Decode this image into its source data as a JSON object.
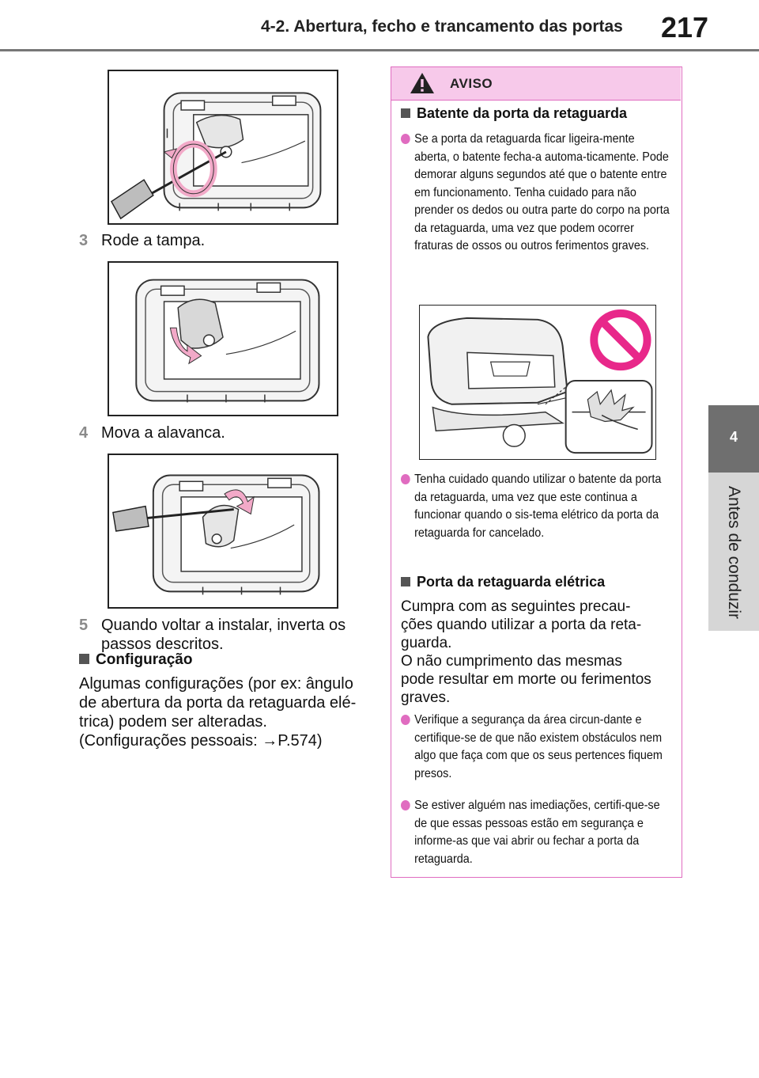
{
  "header": {
    "section_title": "4-2. Abertura, fecho e trancamento das portas",
    "page_number": "217"
  },
  "side_tab": {
    "chapter_number": "4",
    "chapter_label": "Antes de conduzir"
  },
  "steps": [
    {
      "number": "3",
      "text": "Rode a tampa."
    },
    {
      "number": "4",
      "text": "Mova a alavanca."
    },
    {
      "number": "5",
      "text": "Quando voltar a instalar, inverta os passos descritos."
    }
  ],
  "config": {
    "title": "Configuração",
    "lines": [
      "Algumas configurações (por ex: ângulo",
      "de abertura da porta da retaguarda elé-",
      "trica) podem ser alteradas.",
      "(Configurações pessoais: →P.574)"
    ]
  },
  "warning": {
    "label": "AVISO",
    "section1_title": "Batente da porta da retaguarda",
    "section1_bullet1": "Se a porta da retaguarda ficar ligeira-mente aberta, o batente fecha-a automa-ticamente. Pode demorar alguns segundos até que o batente entre em funcionamento. Tenha cuidado para não prender os dedos ou outra parte do corpo na porta da retaguarda, uma vez que podem ocorrer fraturas de ossos ou outros ferimentos graves.",
    "section1_bullet2": "Tenha cuidado quando utilizar o batente da porta da retaguarda, uma vez que este continua a funcionar quando o sis-tema elétrico da porta da retaguarda for cancelado.",
    "section2_title": "Porta da retaguarda elétrica",
    "section2_intro": [
      "Cumpra com as seguintes precau-",
      "ções quando utilizar a porta da reta-",
      "guarda.",
      "O não cumprimento das mesmas",
      "pode resultar em morte ou ferimentos",
      "graves."
    ],
    "section2_bullet1": "Verifique a segurança da área circun-dante e certifique-se de que não existem obstáculos nem algo que faça com que os seus pertences fiquem presos.",
    "section2_bullet2": "Se estiver alguém nas imediações, certifi-que-se de que essas pessoas estão em segurança e informe-as que vai abrir ou fechar a porta da retaguarda."
  },
  "colors": {
    "warning_accent": "#e06cc0",
    "warning_header_bg": "#f7c9ea",
    "arrow_pink": "#f2a9c8",
    "prohibition_red": "#e8288a",
    "tab_dark": "#6f6f6f",
    "tab_light": "#d6d6d6"
  },
  "icons": {
    "warning": "warning-triangle-icon",
    "prohibition": "prohibition-icon"
  }
}
